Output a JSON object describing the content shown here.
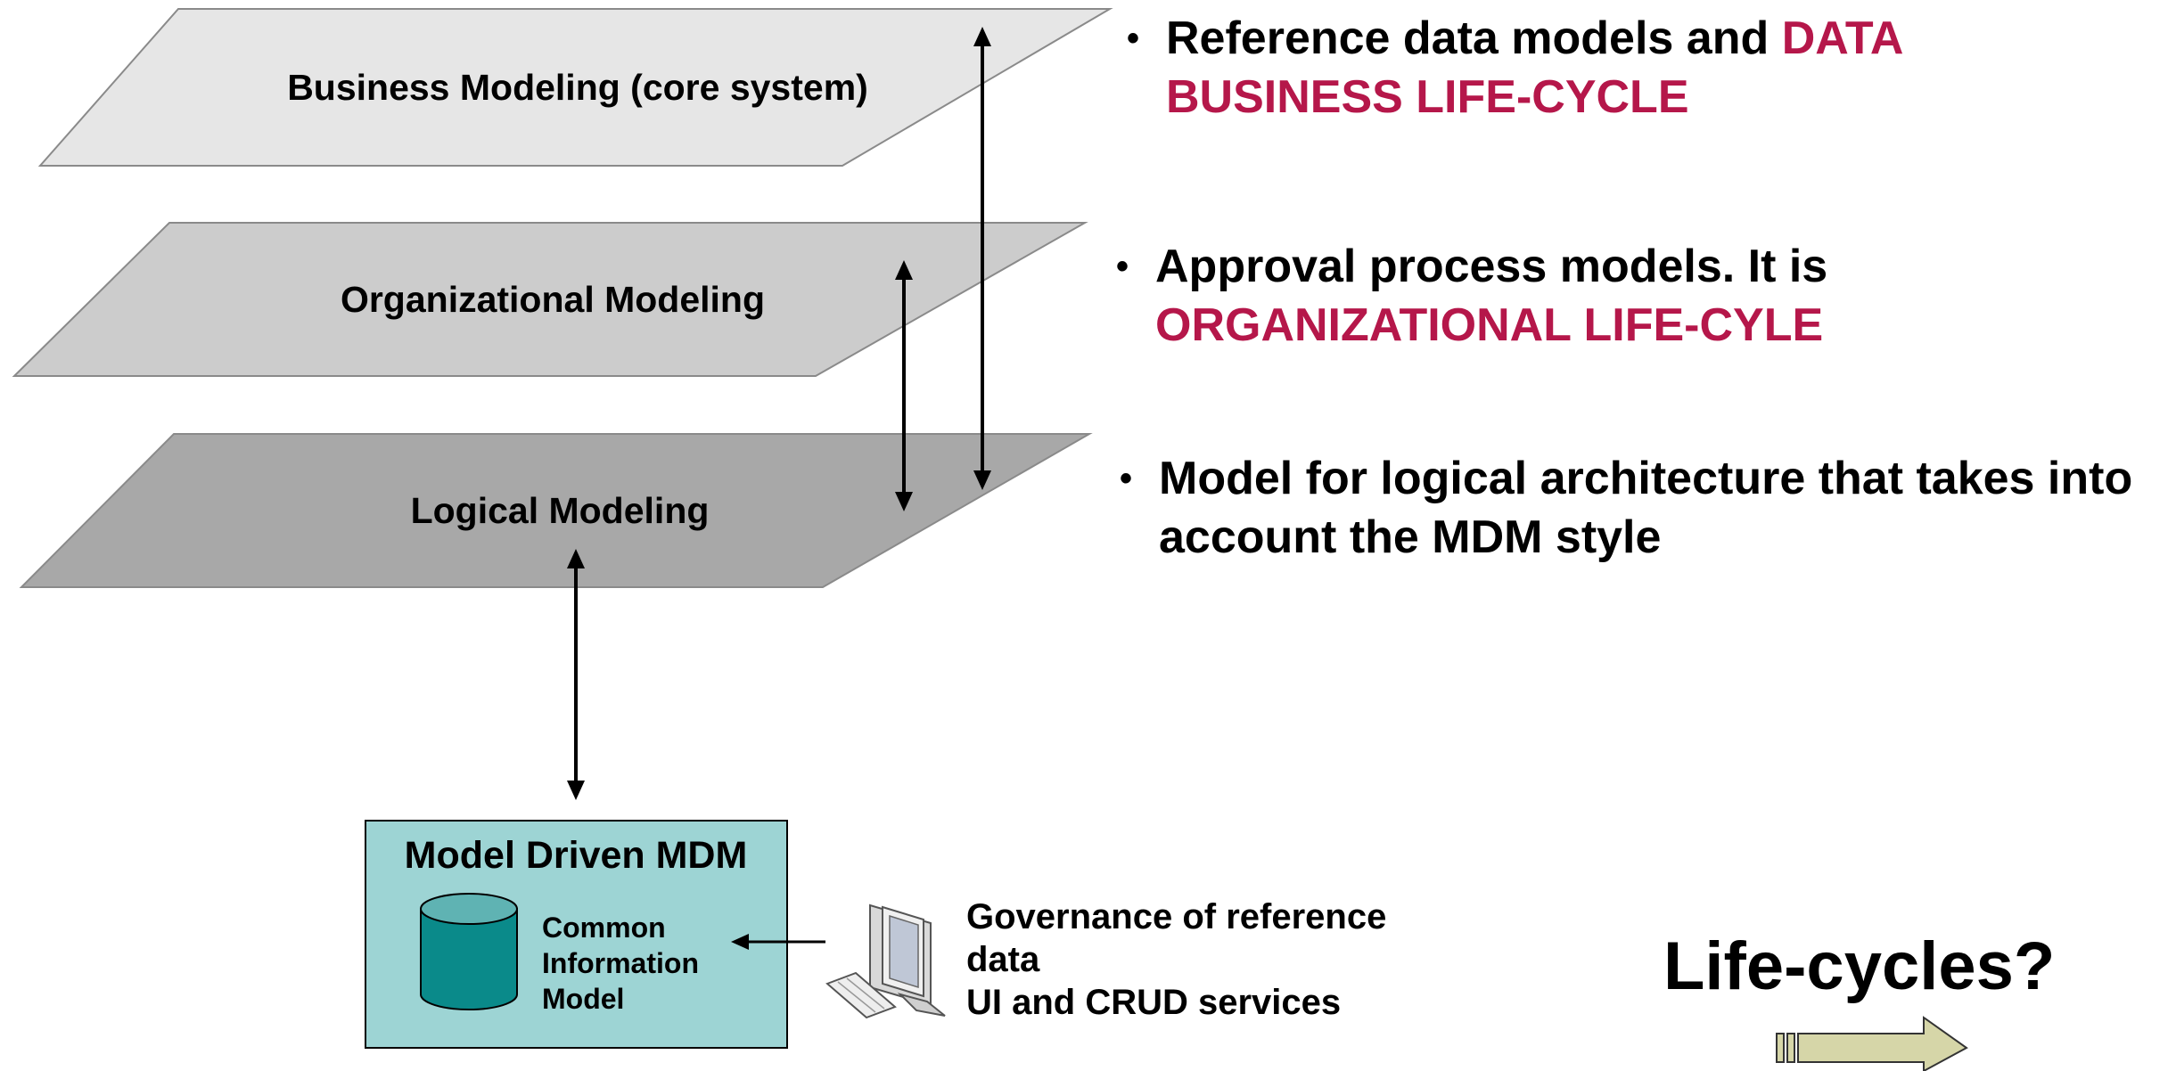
{
  "layers": {
    "business": {
      "label": "Business Modeling (core system)",
      "fill": "#e6e6e6"
    },
    "organizational": {
      "label": "Organizational Modeling",
      "fill": "#cccccc"
    },
    "logical": {
      "label": "Logical Modeling",
      "fill": "#a8a8a8"
    }
  },
  "mdm": {
    "title": "Model Driven MDM",
    "fill": "#9dd4d4",
    "cylinder_color": "#0a8a8a",
    "cim_lines": [
      "Common",
      "Information",
      "Model"
    ]
  },
  "governance": {
    "lines": [
      "Governance of reference",
      "data",
      "UI and CRUD services"
    ]
  },
  "bullets": [
    {
      "text": "Reference data models and ",
      "accent": "DATA BUSINESS LIFE-CYCLE"
    },
    {
      "text": "Approval process models. It is ",
      "accent": "ORGANIZATIONAL LIFE-CYLE"
    },
    {
      "text": "Model for logical architecture that takes into account the MDM style",
      "accent": ""
    }
  ],
  "question": {
    "text": "Life-cycles?"
  },
  "colors": {
    "accent": "#b5174a",
    "arrow_fill": "#d6d6a8"
  }
}
